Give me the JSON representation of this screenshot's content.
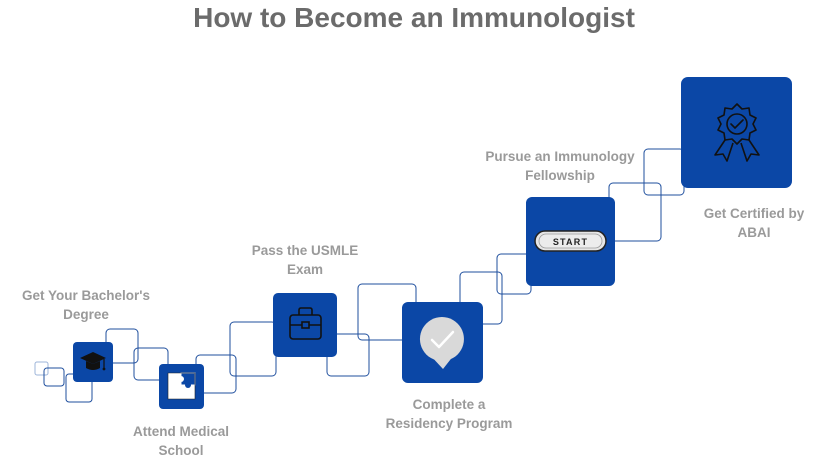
{
  "title": "How to Become an Immunologist",
  "steps": [
    {
      "line1": "Get Your Bachelor's",
      "line2": "Degree",
      "icon": "graduation-cap-icon"
    },
    {
      "line1": "Attend Medical",
      "line2": "School",
      "icon": "puzzle-icon"
    },
    {
      "line1": "Pass the USMLE",
      "line2": "Exam",
      "icon": "briefcase-icon"
    },
    {
      "line1": "Complete a",
      "line2": "Residency Program",
      "icon": "speech-bubble-check-icon"
    },
    {
      "line1": "Pursue an Immunology",
      "line2": "Fellowship",
      "icon": "start-button-icon"
    },
    {
      "line1": "Get Certified by",
      "line2": "ABAI",
      "icon": "award-ribbon-icon"
    }
  ],
  "start_label": "START",
  "colors": {
    "primary": "#0b47a6",
    "title": "#6b6b6b",
    "label": "#9a9a9a"
  }
}
